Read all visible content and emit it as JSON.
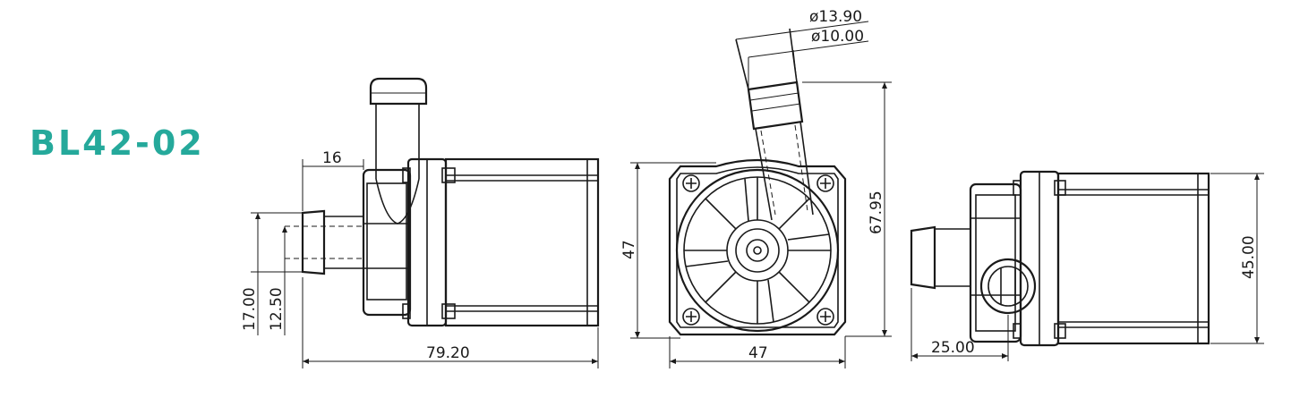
{
  "model": "BL42-02",
  "dimensions": {
    "left_height_outer": "17.00",
    "left_height_inner": "12.50",
    "left_inlet_length": "16",
    "left_total_length": "79.20",
    "front_height": "47",
    "front_width": "47",
    "front_total_height": "67.95",
    "outlet_outer_diameter": "ø13.90",
    "outlet_inner_diameter": "ø10.00",
    "right_height": "45.00",
    "right_offset": "25.00"
  }
}
